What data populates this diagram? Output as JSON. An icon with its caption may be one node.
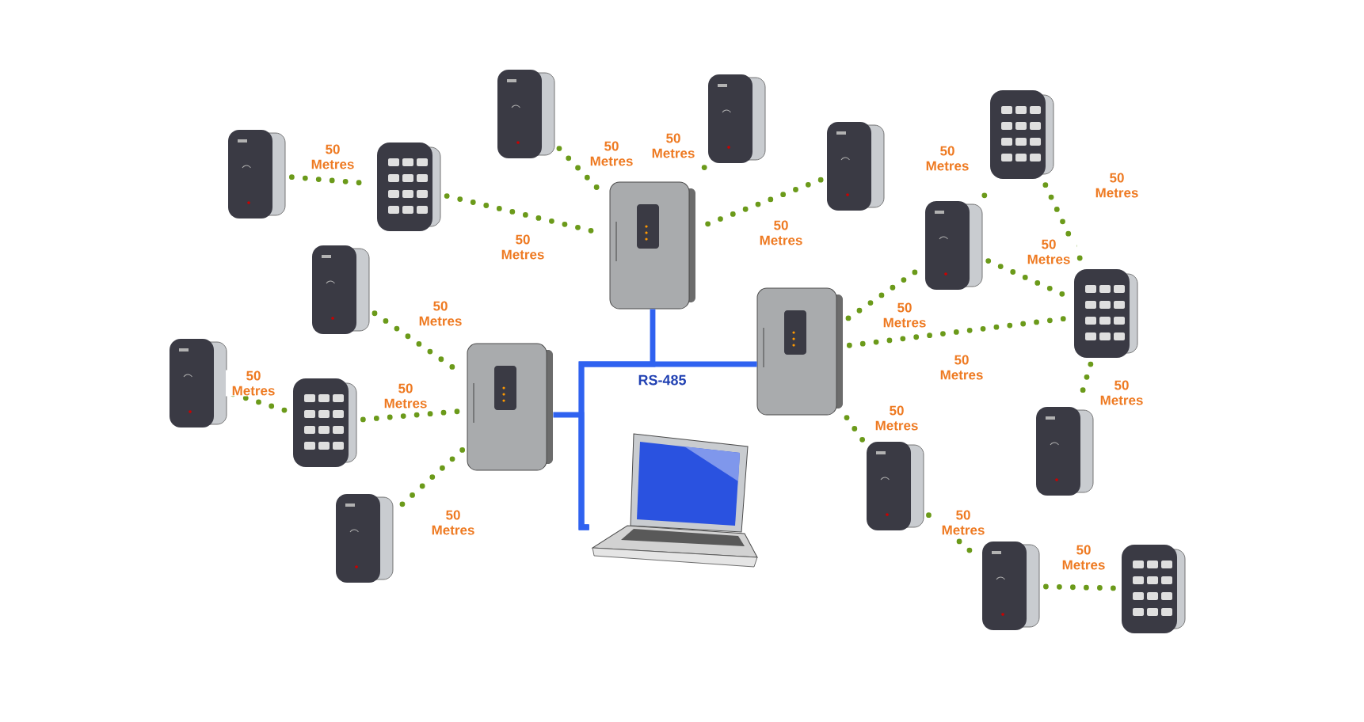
{
  "diagram": {
    "nodes": [
      {
        "text": [],
        "shape": "picture"
      },
      {
        "text": [],
        "shape": "picture"
      },
      {
        "text": [],
        "shape": "picture"
      },
      {
        "text": [],
        "shape": "picture"
      },
      {
        "text": [],
        "shape": "picture"
      },
      {
        "text": [],
        "shape": "picture"
      },
      {
        "text": [],
        "shape": "picture"
      },
      {
        "text": [],
        "shape": "picture"
      },
      {
        "text": [],
        "shape": "picture"
      },
      {
        "text": [],
        "shape": "picture"
      },
      {
        "text": [],
        "shape": "picture"
      },
      {
        "text": [],
        "shape": "picture"
      },
      {
        "text": [],
        "shape": "picture"
      },
      {
        "text": [],
        "shape": "picture"
      },
      {
        "text": [],
        "shape": "picture"
      },
      {
        "text": [],
        "shape": "picture"
      },
      {
        "text": [],
        "shape": "picture"
      },
      {
        "text": [],
        "shape": "picture"
      },
      {
        "text": [],
        "shape": "picture"
      },
      {
        "text": [],
        "shape": "picture"
      }
    ],
    "edges": [
      {
        "from": 4,
        "to": 5,
        "arrow": "none",
        "label": "50 Metres",
        "style": "dashed"
      },
      {
        "from": 5,
        "to": 6,
        "arrow": "none",
        "label": "50 Metres",
        "style": "dashed"
      },
      {
        "from": 0,
        "to": 6,
        "arrow": "none",
        "label": "50 Metres",
        "style": "dashed"
      },
      {
        "from": 1,
        "to": 6,
        "arrow": "none",
        "label": "50 Metres",
        "style": "dashed"
      },
      {
        "from": 3,
        "to": 6,
        "arrow": "none",
        "label": "50 Metres",
        "style": "dashed"
      },
      {
        "from": 10,
        "to": 7,
        "arrow": "none",
        "label": "50 Metres",
        "style": "dashed"
      },
      {
        "from": 7,
        "to": 2,
        "arrow": "none",
        "label": "50 Metres",
        "style": "dashed"
      },
      {
        "from": 2,
        "to": 9,
        "arrow": "none",
        "label": "50 Metres",
        "style": "dashed"
      },
      {
        "from": 7,
        "to": 9,
        "arrow": "none",
        "label": "50 Metres",
        "style": "dashed"
      },
      {
        "from": 10,
        "to": 9,
        "arrow": "none",
        "label": "50 Metres",
        "style": "dashed"
      },
      {
        "from": 9,
        "to": 14,
        "arrow": "none",
        "label": "50 Metres",
        "style": "dashed"
      },
      {
        "from": 8,
        "to": 12,
        "arrow": "none",
        "label": "50 Metres",
        "style": "dashed"
      },
      {
        "from": 11,
        "to": 13,
        "arrow": "none",
        "label": "50 Metres",
        "style": "dashed"
      },
      {
        "from": 13,
        "to": 12,
        "arrow": "none",
        "label": "50 Metres",
        "style": "dashed"
      },
      {
        "from": 12,
        "to": 17,
        "arrow": "none",
        "label": "50 Metres",
        "style": "dashed"
      },
      {
        "from": 10,
        "to": 15,
        "arrow": "none",
        "label": "50 Metres",
        "style": "dashed"
      },
      {
        "from": 15,
        "to": 18,
        "arrow": "none",
        "label": "50 Metres",
        "style": "dashed"
      },
      {
        "from": 18,
        "to": 19,
        "arrow": "none",
        "label": "50 Metres",
        "style": "dashed"
      },
      {
        "from": 6,
        "to": 16,
        "arrow": "none",
        "color": "#2f62f0"
      },
      {
        "from": 10,
        "to": 16,
        "arrow": "none",
        "color": "#2f62f0"
      },
      {
        "from": 12,
        "to": 16,
        "arrow": "none",
        "color": "#2f62f0"
      }
    ],
    "labels": [
      "RS-485"
    ]
  }
}
